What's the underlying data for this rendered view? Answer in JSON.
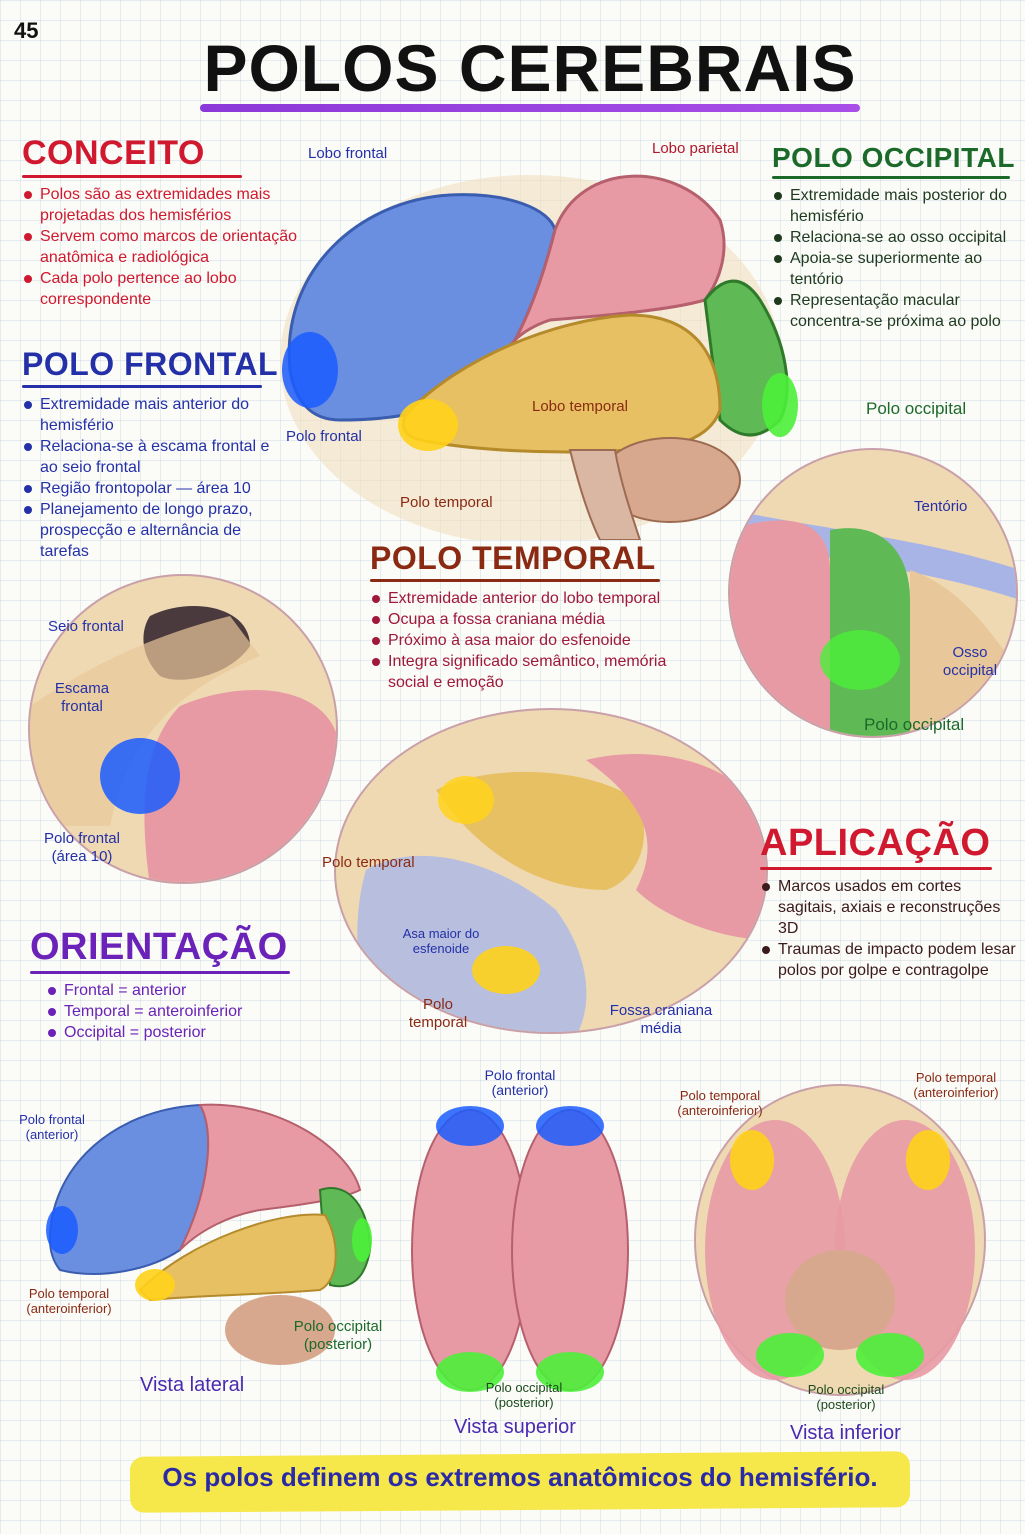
{
  "page_number": "45",
  "title": "POLOS CEREBRAIS",
  "conceito": {
    "title": "CONCEITO",
    "bullets": [
      "Polos são as extremidades mais projetadas dos hemisférios",
      "Servem como marcos de orientação anatômica e radiológica",
      "Cada polo pertence ao lobo correspondente"
    ]
  },
  "polo_frontal": {
    "title": "POLO FRONTAL",
    "bullets": [
      "Extremidade mais anterior do hemisfério",
      "Relaciona-se à escama frontal e ao seio frontal",
      "Região frontopolar — área 10",
      "Planejamento de longo prazo, prospecção e alternância de tarefas"
    ]
  },
  "polo_occipital": {
    "title": "POLO OCCIPITAL",
    "bullets": [
      "Extremidade mais posterior do hemisfério",
      "Relaciona-se ao osso occipital",
      "Apoia-se superiormente ao tentório",
      "Representação macular concentra-se próxima ao polo"
    ]
  },
  "polo_temporal": {
    "title": "POLO TEMPORAL",
    "bullets": [
      "Extremidade anterior do lobo temporal",
      "Ocupa a fossa craniana média",
      "Próximo à asa maior do esfenoide",
      "Integra significado semântico, memória social e emoção"
    ]
  },
  "orientacao": {
    "title": "ORIENTAÇÃO",
    "bullets": [
      "Frontal = anterior",
      "Temporal = anteroinferior",
      "Occipital = posterior"
    ]
  },
  "aplicacao": {
    "title": "APLICAÇÃO",
    "bullets": [
      "Marcos usados em cortes sagitais, axiais e reconstruções 3D",
      "Traumas de impacto podem lesar polos por golpe e contragolpe"
    ]
  },
  "main_labels": {
    "lobo_frontal": "Lobo frontal",
    "lobo_parietal": "Lobo parietal",
    "lobo_temporal": "Lobo temporal",
    "polo_frontal": "Polo frontal",
    "polo_temporal": "Polo temporal",
    "polo_occipital": "Polo occipital"
  },
  "occipital_inset": {
    "tentorio": "Tentório",
    "osso_occipital": "Osso occipital",
    "polo_occipital": "Polo occipital"
  },
  "frontal_inset": {
    "seio_frontal": "Seio frontal",
    "escama_frontal": "Escama frontal",
    "polo_frontal": "Polo frontal (área 10)"
  },
  "temporal_inset": {
    "polo_temporal_top": "Polo temporal",
    "asa_maior": "Asa maior do esfenoide",
    "polo_temporal_bottom": "Polo temporal",
    "fossa": "Fossa craniana média"
  },
  "lateral_view": {
    "polo_frontal": "Polo frontal (anterior)",
    "polo_temporal": "Polo temporal (anteroinferior)",
    "polo_occipital": "Polo occipital (posterior)",
    "caption": "Vista lateral"
  },
  "superior_view": {
    "polo_frontal": "Polo frontal (anterior)",
    "polo_occipital": "Polo occipital (posterior)",
    "caption": "Vista superior"
  },
  "inferior_view": {
    "polo_temporal_left": "Polo temporal (anteroinferior)",
    "polo_temporal_right": "Polo temporal (anteroinferior)",
    "polo_occipital": "Polo occipital (posterior)",
    "caption": "Vista inferior"
  },
  "footer": "Os polos definem os extremos anatômicos do hemisfério.",
  "colors": {
    "conceito": "#d0192e",
    "frontal": "#2430a8",
    "occipital": "#1c6a2a",
    "temporal": "#8a2a12",
    "orientacao": "#6a22b8",
    "aplicacao": "#d0192e",
    "frontal_lobe": "#6b8fe0",
    "parietal_lobe": "#e79aa4",
    "temporal_lobe": "#e7c064",
    "occipital_lobe": "#5fb955",
    "pole_blue": "#1a5cff",
    "pole_yellow": "#ffd21a",
    "pole_green": "#4cef3a"
  }
}
